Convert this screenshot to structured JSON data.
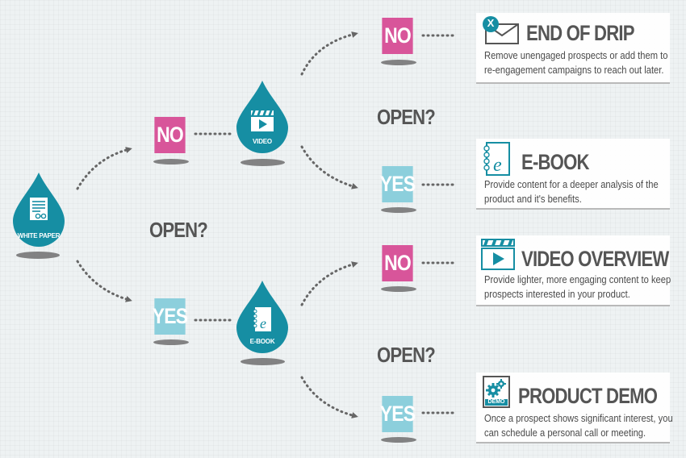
{
  "colors": {
    "teal": "#168ea3",
    "no": "#d8559a",
    "yes": "#8ccfdc",
    "text": "#555555"
  },
  "start": {
    "label": "WHITE PAPER",
    "icon": "document-icon"
  },
  "questions": [
    "OPEN?",
    "OPEN?",
    "OPEN?"
  ],
  "branches": {
    "no": {
      "label": "NO",
      "node_label": "VIDEO"
    },
    "yes": {
      "label": "YES",
      "node_label": "E-BOOK"
    }
  },
  "outcome_tiles": [
    "NO",
    "YES",
    "NO",
    "YES"
  ],
  "outcomes": [
    {
      "title": "END OF DRIP",
      "icon": "envelope-x-icon",
      "badge": "X",
      "desc_line1": "Remove unengaged prospects or add them to",
      "desc_line2": "re-engagement campaigns to reach out later."
    },
    {
      "title": "E-BOOK",
      "icon": "ebook-icon",
      "desc_line1": "Provide content for a deeper analysis of the",
      "desc_line2": "product and it's benefits."
    },
    {
      "title": "VIDEO OVERVIEW",
      "icon": "video-clapper-icon",
      "desc_line1": "Provide lighter, more engaging content to keep",
      "desc_line2": "prospects interested in your product."
    },
    {
      "title": "PRODUCT DEMO",
      "icon": "demo-gears-icon",
      "badge": "DEMO",
      "desc_line1": "Once a prospect shows significant interest, you",
      "desc_line2": "can schedule a personal call or meeting."
    }
  ]
}
